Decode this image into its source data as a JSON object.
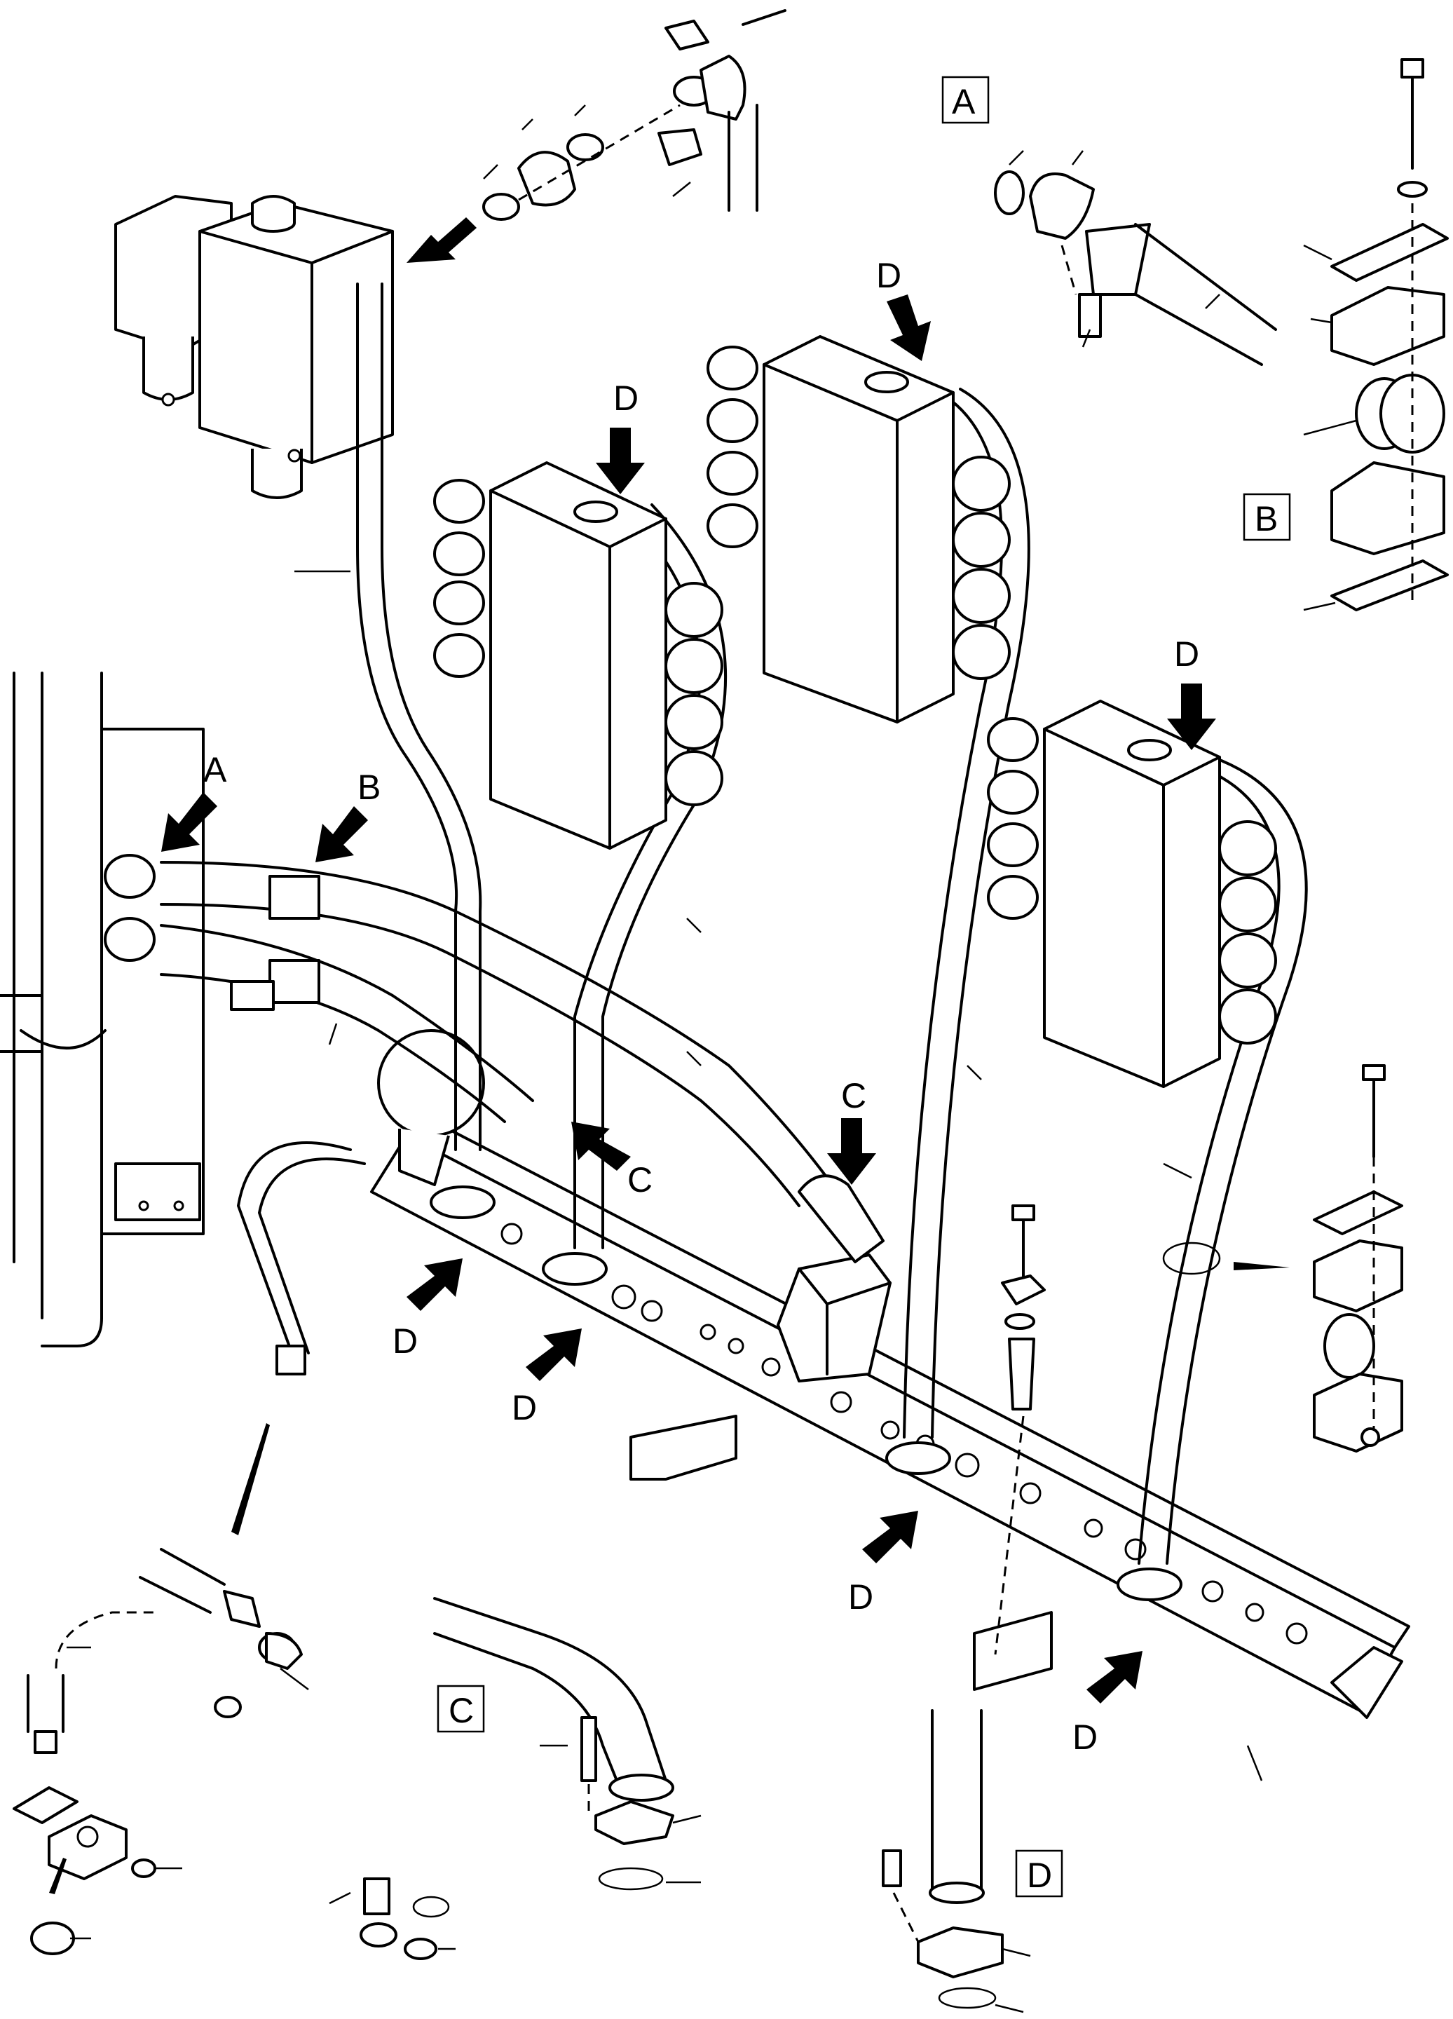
{
  "callouts": {
    "a": "A",
    "b": "B",
    "c": "C",
    "d": "D"
  },
  "detail_labels": {
    "a": "A",
    "b": "B",
    "c": "C",
    "d": "D"
  }
}
